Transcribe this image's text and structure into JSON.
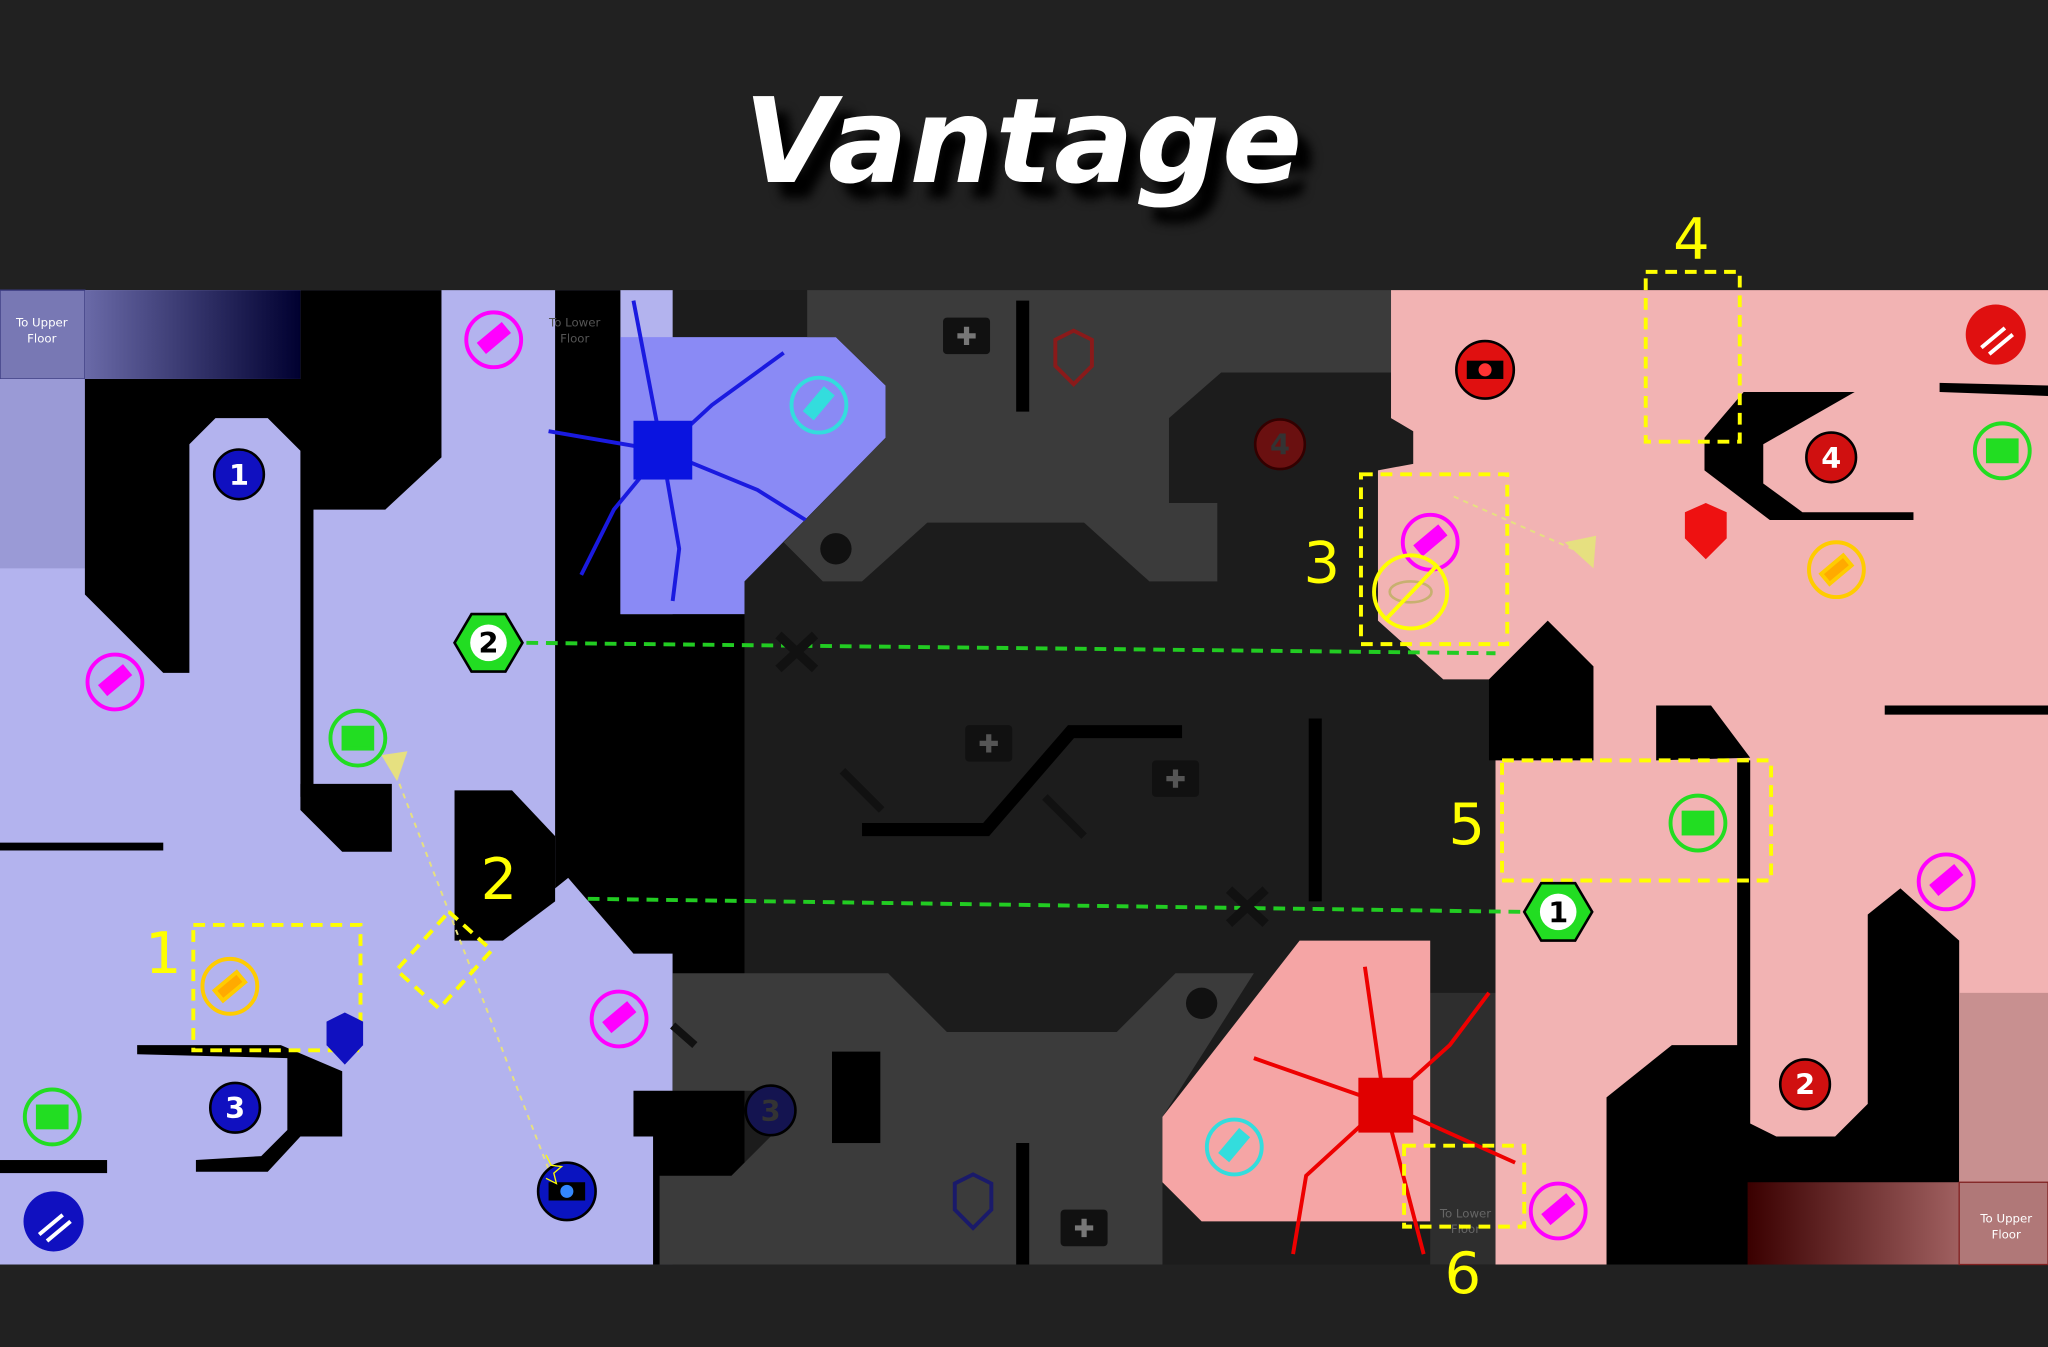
{
  "title": "Vantage",
  "labels": {
    "blue_upper": [
      "To Upper",
      "Floor"
    ],
    "red_upper": [
      "To Upper",
      "Floor"
    ],
    "blue_lower": [
      "To Lower",
      "Floor"
    ],
    "red_lower": [
      "To Lower",
      "Floor"
    ]
  },
  "callouts": [
    "1",
    "2",
    "3",
    "4",
    "5",
    "6"
  ],
  "hill_markers": [
    {
      "label": "2",
      "color": "#22dd22"
    },
    {
      "label": "1",
      "color": "#22dd22"
    }
  ],
  "zone_numbers": {
    "blue_1": "1",
    "blue_3": "3",
    "neutral_3": "3",
    "neutral_4": "4",
    "red_4": "4",
    "red_2": "2"
  },
  "colors": {
    "blue_team": "#b3b3ee",
    "red_team": "#f2b3b3",
    "callout": "#ffff00",
    "weapon": "#ff00ff",
    "power_weapon": "#33dddd",
    "health": "#22dd22",
    "heavy_weapon": "#ffcc00"
  }
}
